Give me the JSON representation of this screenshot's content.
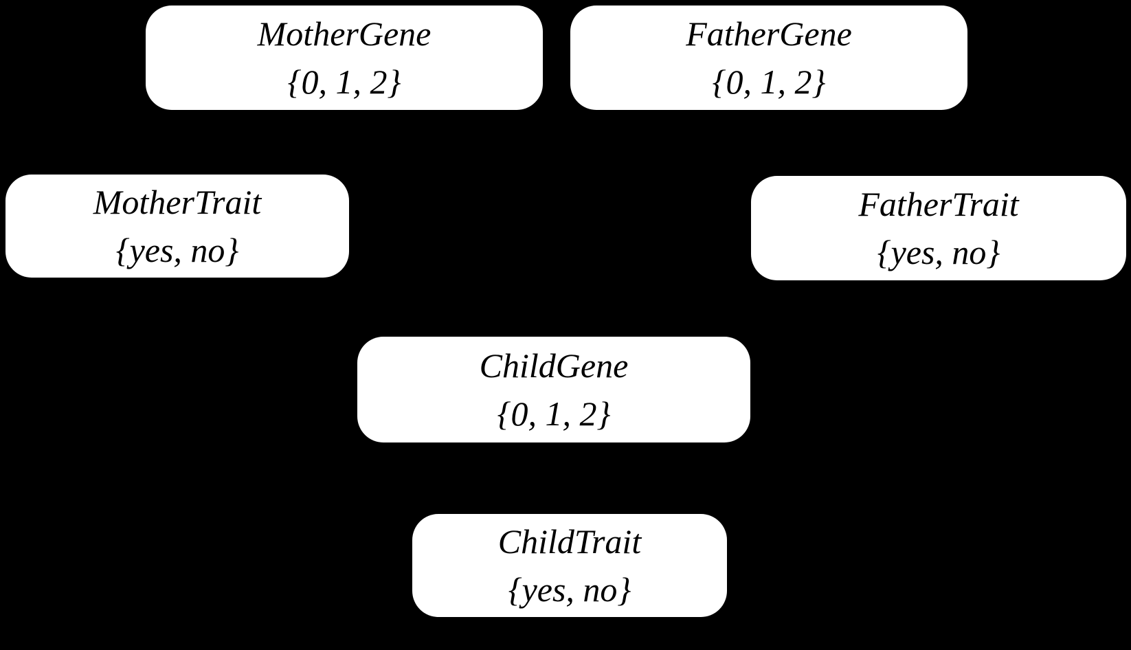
{
  "diagram": {
    "background_color": "#000000",
    "node_fill_color": "#ffffff",
    "node_text_color": "#000000",
    "nodes": [
      {
        "label": "MotherGene",
        "domain": "{0, 1, 2}"
      },
      {
        "label": "FatherGene",
        "domain": "{0, 1, 2}"
      },
      {
        "label": "MotherTrait",
        "domain": "{yes, no}"
      },
      {
        "label": "FatherTrait",
        "domain": "{yes, no}"
      },
      {
        "label": "ChildGene",
        "domain": "{0, 1, 2}"
      },
      {
        "label": "ChildTrait",
        "domain": "{yes, no}"
      }
    ]
  }
}
